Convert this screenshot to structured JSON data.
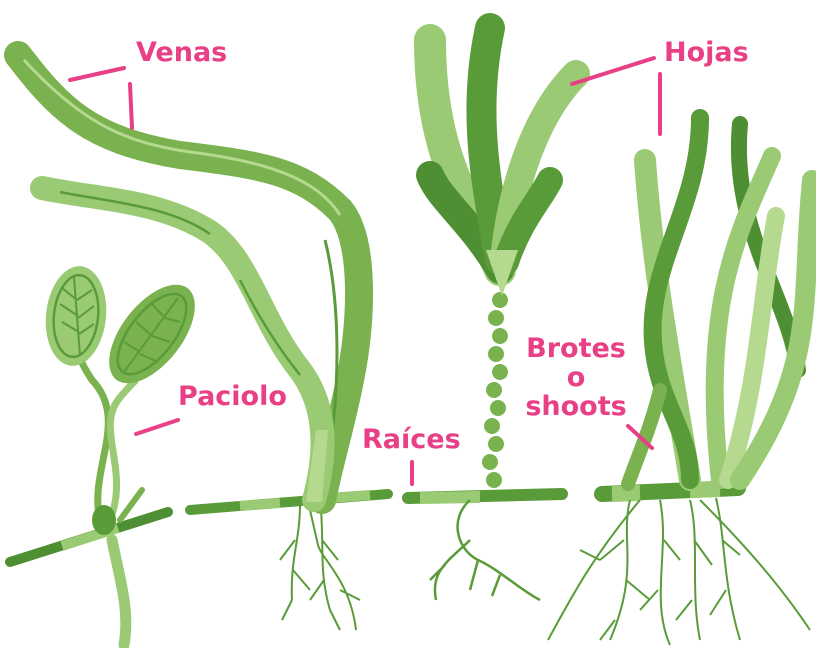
{
  "labels": {
    "venas": "Venas",
    "hojas": "Hojas",
    "paciolo": "Paciolo",
    "raices": "Raíces",
    "brotes": "Brotes",
    "o": "o",
    "shoots": "shoots"
  },
  "colors": {
    "label": "#e83f86",
    "light_green": "#9acb74",
    "mid_green": "#79b24f",
    "dark_green": "#5a9b39",
    "pale_green": "#b5d98e"
  },
  "icons": {
    "plant_1": "seedling-with-two-leaves",
    "plant_2": "long-bladed-seagrass",
    "plant_3": "upright-seagrass-with-beaded-stem",
    "plant_4": "clump-of-strap-leaves"
  }
}
